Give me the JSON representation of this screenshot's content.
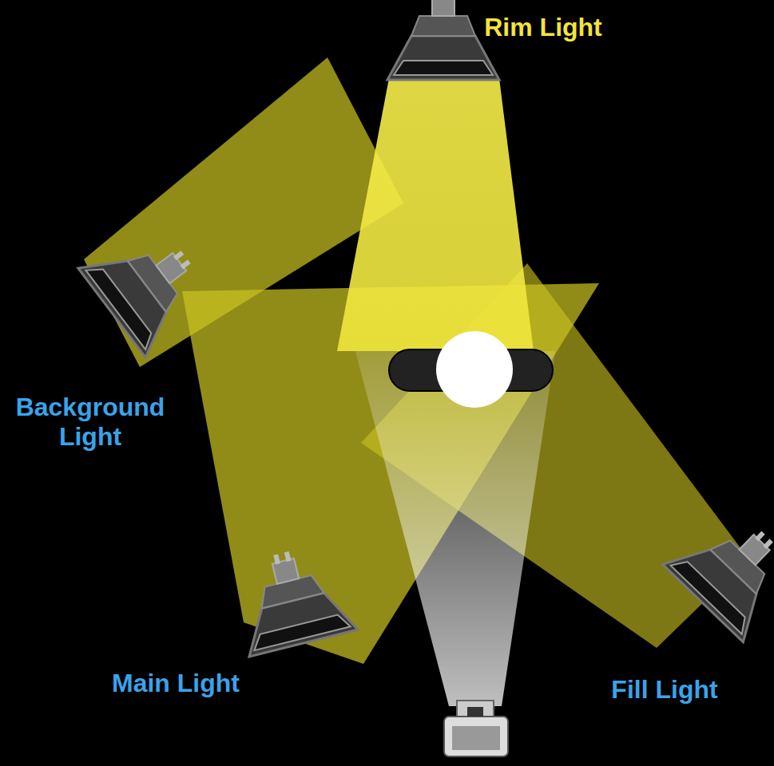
{
  "diagram": {
    "labels": [
      "Rim Light",
      "Background Light",
      "Main Light",
      "Fill Light"
    ]
  }
}
